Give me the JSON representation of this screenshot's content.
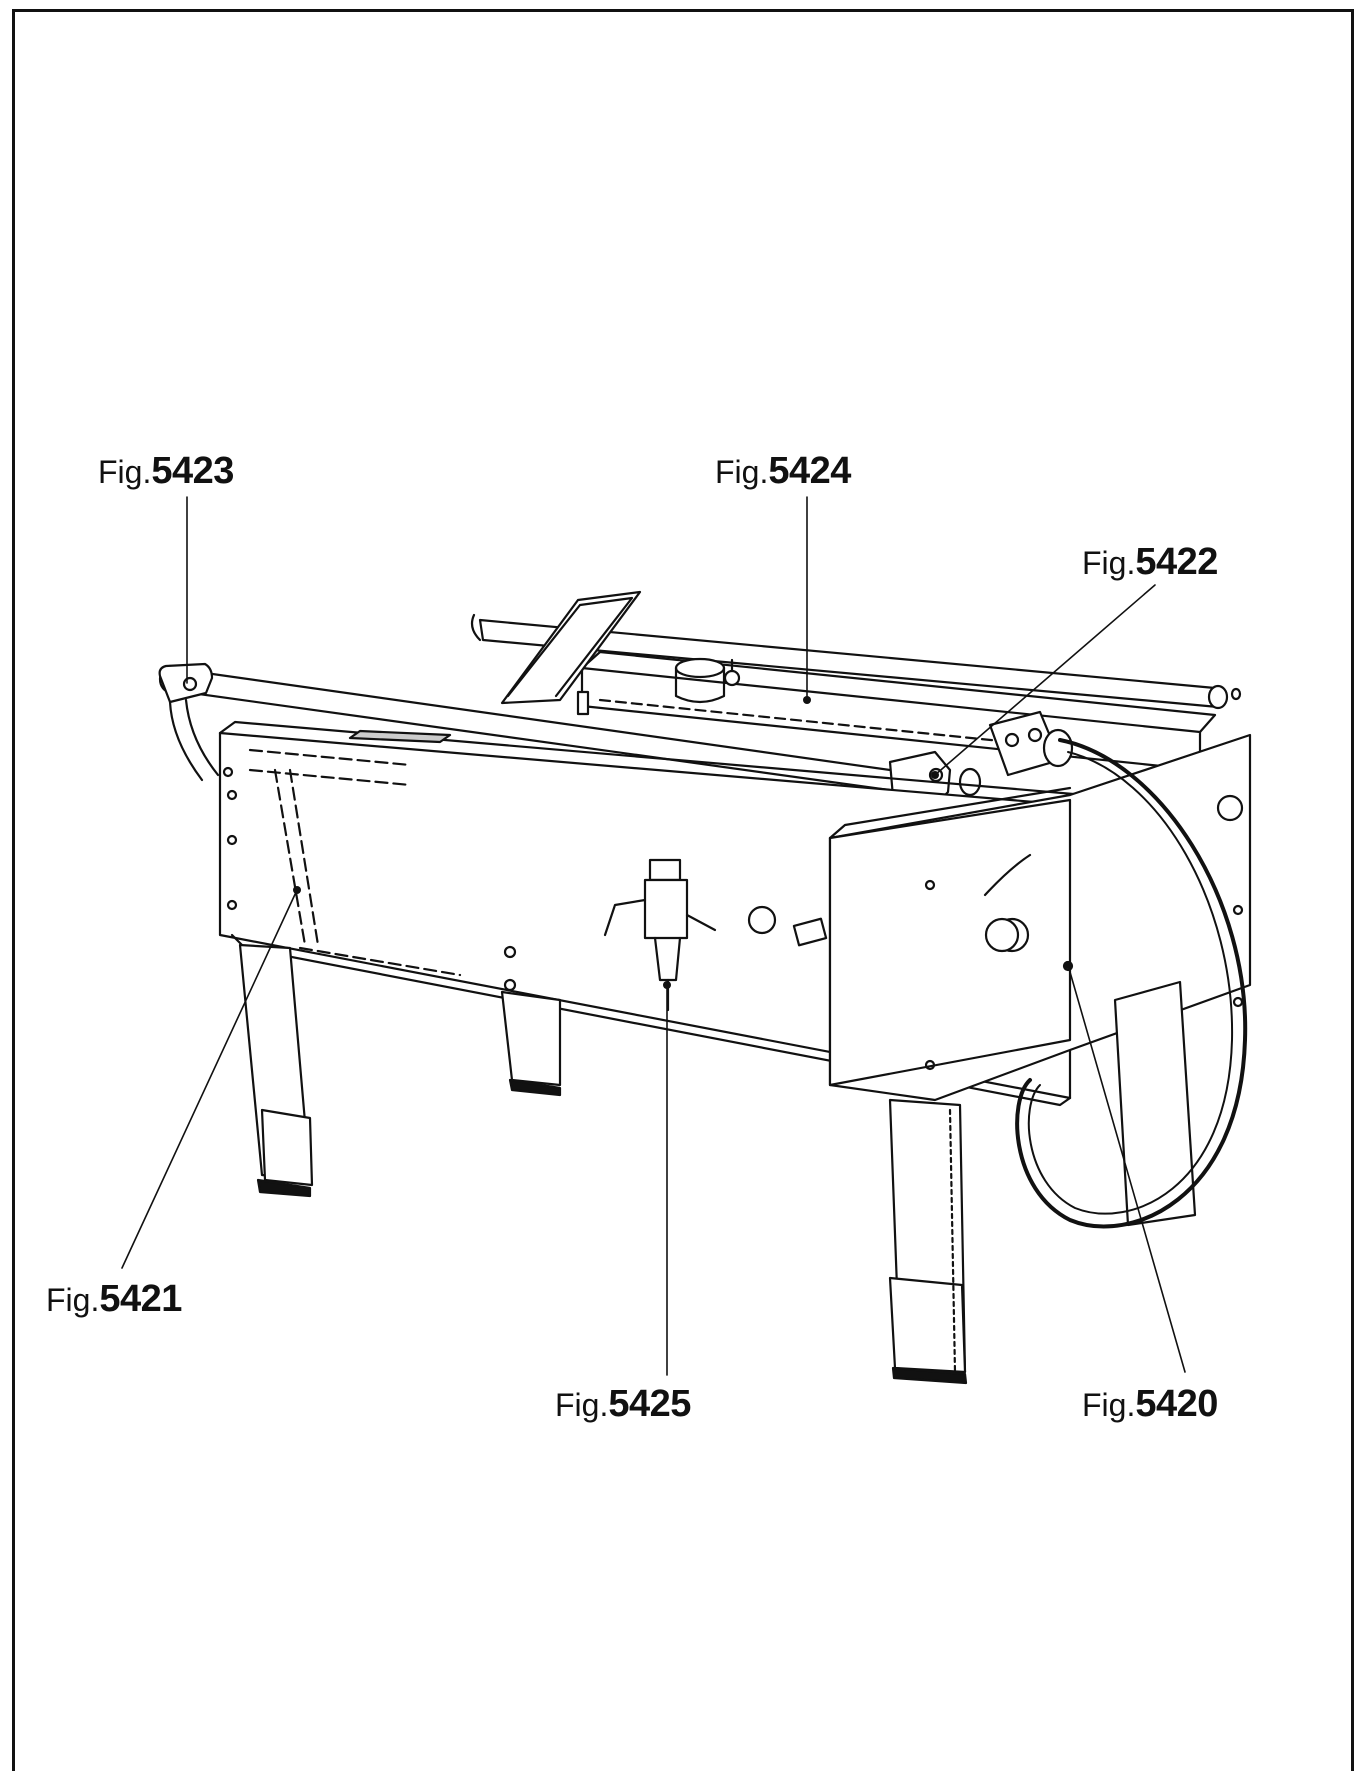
{
  "callouts": [
    {
      "id": "c5423",
      "prefix": "Fig.",
      "number": "5423"
    },
    {
      "id": "c5424",
      "prefix": "Fig.",
      "number": "5424"
    },
    {
      "id": "c5422",
      "prefix": "Fig.",
      "number": "5422"
    },
    {
      "id": "c5421",
      "prefix": "Fig.",
      "number": "5421"
    },
    {
      "id": "c5425",
      "prefix": "Fig.",
      "number": "5425"
    },
    {
      "id": "c5420",
      "prefix": "Fig.",
      "number": "5420"
    }
  ]
}
